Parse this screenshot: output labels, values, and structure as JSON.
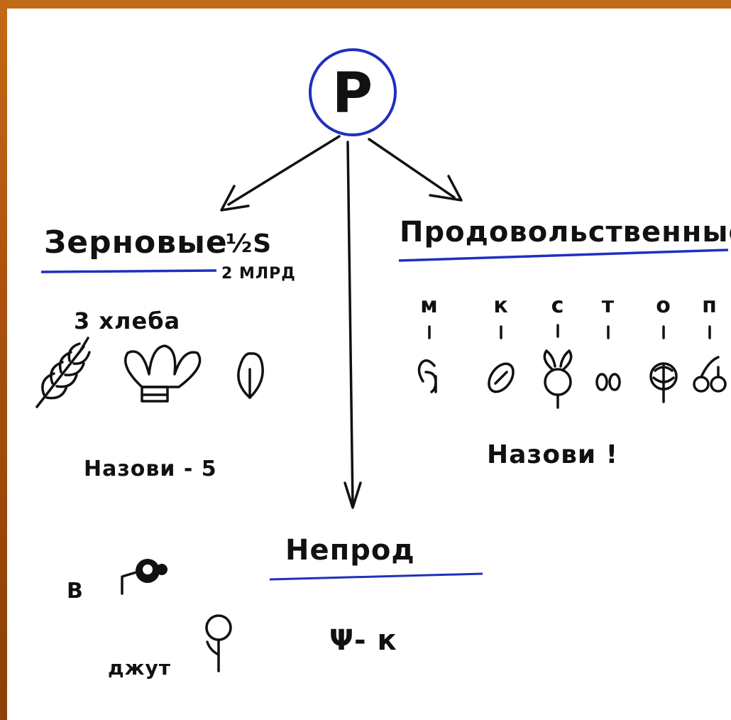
{
  "root": {
    "letter": "Р"
  },
  "left": {
    "title": "Зерновые",
    "fraction": "½S",
    "amount": "2 МЛРД",
    "subtitle": "3 хлеба",
    "task": "Назови - 5"
  },
  "right": {
    "title": "Продовольственные",
    "letters": [
      "м",
      "к",
      "с",
      "т",
      "о",
      "п"
    ],
    "task": "Назови !"
  },
  "bottom": {
    "title": "Непрод",
    "item_b": "В",
    "item_jute": "джут",
    "item_psi": "Ψ- к"
  },
  "colors": {
    "line_blue": "#1f2fbf",
    "ink": "#111111",
    "frame": "#b35a10"
  },
  "icons": [
    "wheat-icon",
    "rice-icon",
    "corn-icon",
    "sugarcane-icon",
    "potato-icon",
    "beet-icon",
    "tomato-icon",
    "cabbage-icon",
    "berries-icon",
    "cotton-bowl-icon",
    "flax-flower-icon"
  ]
}
